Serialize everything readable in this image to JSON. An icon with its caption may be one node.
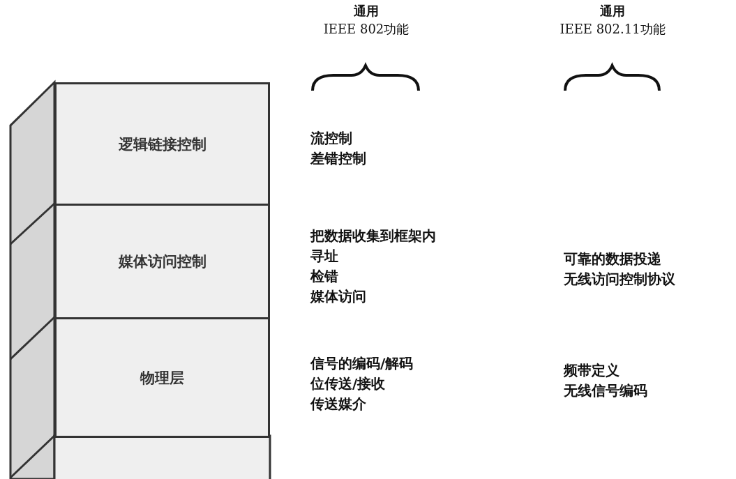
{
  "diagram": {
    "nodes": [
      {
        "text": [
          "逻辑链接控制"
        ]
      },
      {
        "text": [
          "媒体访问控制"
        ]
      },
      {
        "text": [
          "物理层"
        ]
      }
    ],
    "edges": [],
    "labels": [
      "通用",
      "IEEE 802功能",
      "通用",
      "IEEE 802.11功能",
      "流控制",
      "差错控制",
      "把数据收集到框架内",
      "寻址",
      "检错",
      "媒体访问",
      "可靠的数据投递",
      "无线访问控制协议",
      "信号的编码/解码",
      "位传送/接收",
      "传送媒介",
      "频带定义",
      "无线信号编码"
    ]
  }
}
